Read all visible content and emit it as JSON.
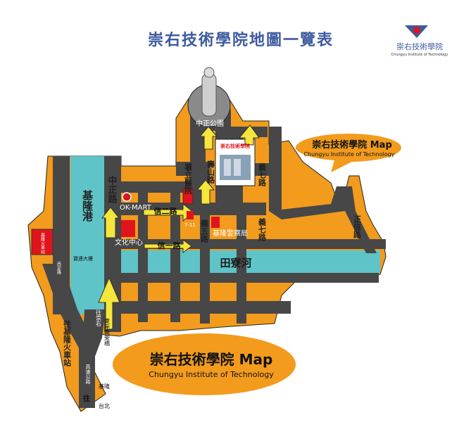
{
  "title": "崇右技術學院地圖一覽表",
  "logo": {
    "name": "崇右技術學院",
    "english": "Chungyu Institute of Technology"
  },
  "callout_small": {
    "title": "崇右技術學院 Map",
    "subtitle": "Chungyu Institute of Technology"
  },
  "callout_large": {
    "title": "崇右技術學院 Map",
    "subtitle": "Chungyu Institute of Technology"
  },
  "colors": {
    "road": "#474747",
    "land": "#f29b1d",
    "river": "#5ec4c8",
    "title": "#3d5a9e",
    "marker": "#e0141c"
  },
  "roads": {
    "zhongzheng_park": "中正公園",
    "zhongzheng_road": "中正路",
    "xinyi_road": "信一路",
    "xiner_road": "信二路",
    "shoushan_road": "壽山路",
    "yiqi_road_upper": "義七路",
    "yiqi_road_lower": "義七路",
    "yiwu_road": "義五路",
    "zhengxin_road": "正信路",
    "keelung_port": "基隆港",
    "tianliao_river": "田寮河",
    "to_keelung_station": "往基隆火車站",
    "to_chungyu": "往崇右",
    "east_coast_expressway": "東岸高架橋",
    "freeway": "高速公路",
    "to": "往",
    "keelung": "基隆",
    "taipei": "台北",
    "station_rd": "西定路"
  },
  "landmarks": {
    "hospital": "署立醫院",
    "okmart": "OK-MART",
    "culture_center": "文化中心",
    "seven_eleven": "7-11",
    "police": "基隆警察局",
    "hotel": "寶連大樓",
    "school_sign": "崇右技術學院",
    "left_building": "基隆火車站"
  }
}
